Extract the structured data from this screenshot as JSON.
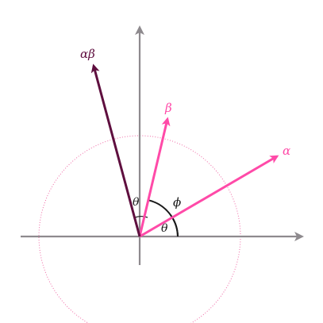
{
  "colors": {
    "background": "#ffffff",
    "axis": "#8e8a8e",
    "circle": "#f06aa6",
    "vector_pink": "#ff4aa8",
    "vector_dark": "#5f0f3f",
    "arc": "#1a1a1a"
  },
  "labels": {
    "alpha": "α",
    "beta": "β",
    "alphabeta": "αβ",
    "phi": "ϕ",
    "theta_top": "θ",
    "theta_bottom": "θ"
  },
  "circle": {
    "style": "dotted"
  }
}
